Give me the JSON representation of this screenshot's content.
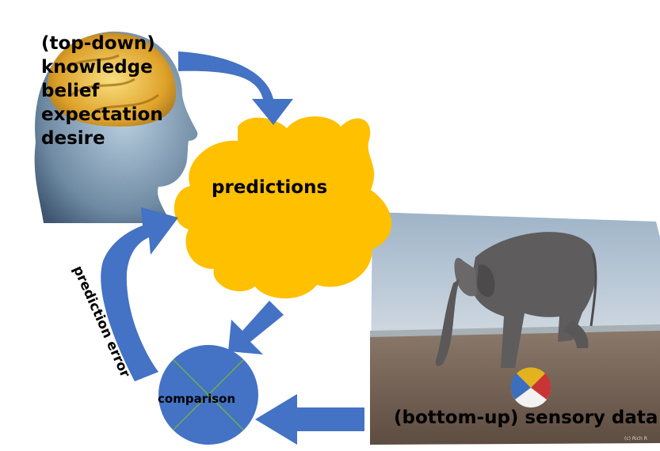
{
  "head": {
    "lines": [
      "(top-down)",
      "knowledge",
      "belief",
      "expectation",
      "desire"
    ]
  },
  "cloud": {
    "label": "predictions"
  },
  "loop": {
    "label": "prediction error"
  },
  "comparator": {
    "label": "comparison"
  },
  "sensory": {
    "label": "(bottom-up) sensory data",
    "credit": "(c) Rich R"
  },
  "colors": {
    "arrow": "#4472c4",
    "cloud": "#ffc000",
    "comparator_fill": "#4472c4",
    "comparator_lines": "#70ad47",
    "sky": "#b8c8d6",
    "beach": "#7d6a5c"
  },
  "icons": [
    "brain-head-icon",
    "elephant-on-ball-icon"
  ]
}
